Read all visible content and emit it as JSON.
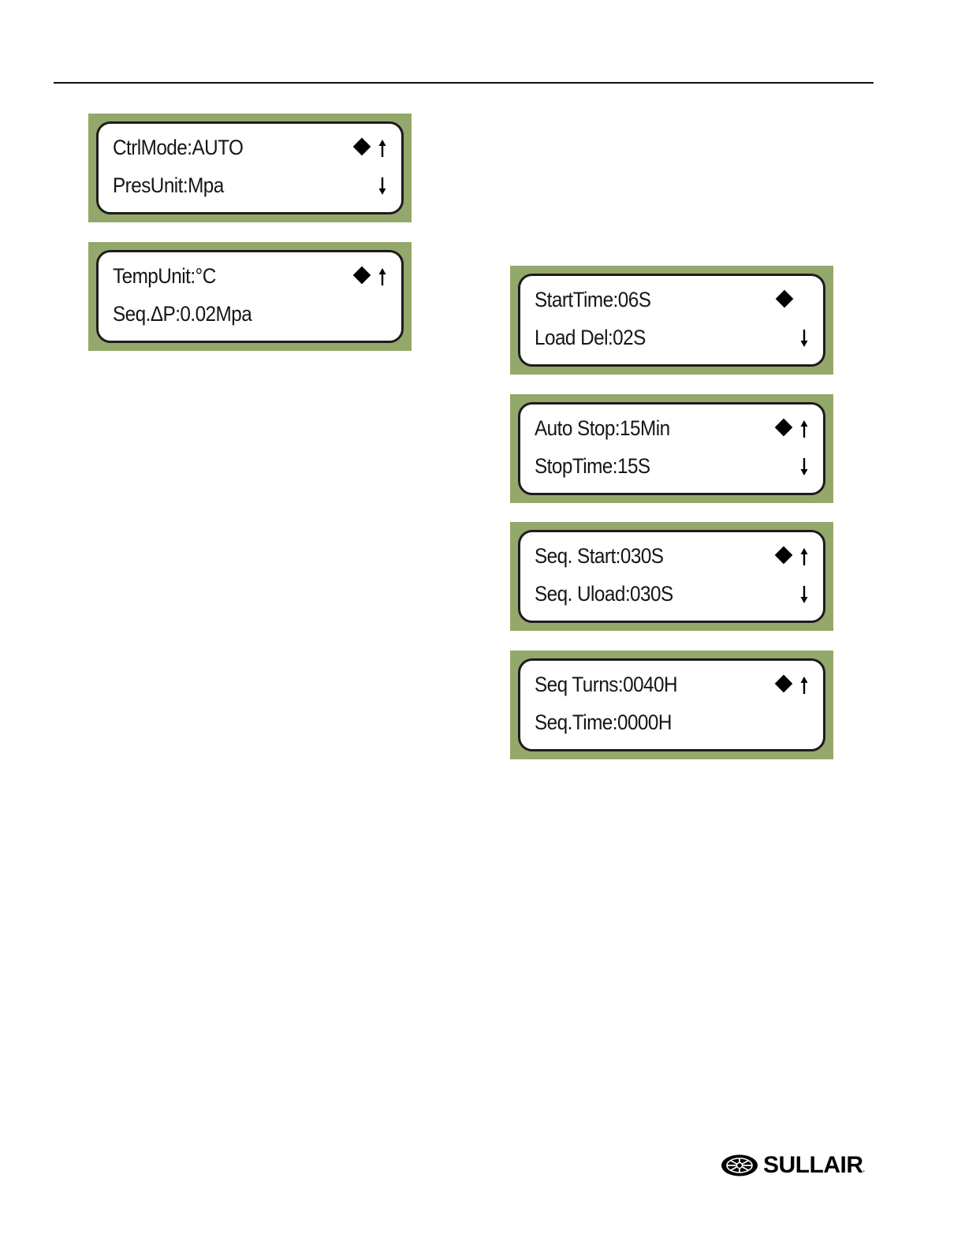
{
  "displays": [
    {
      "line1": "CtrlMode:AUTO",
      "line2": "PresUnit:Mpa",
      "icons_line1": [
        "diamond-icon",
        "arrow-up-icon"
      ],
      "icons_line2": [
        "arrow-down-icon"
      ]
    },
    {
      "line1": "TempUnit:°C",
      "line2": "Seq.ΔP:0.02Mpa",
      "icons_line1": [
        "diamond-icon",
        "arrow-up-icon"
      ],
      "icons_line2": []
    },
    {
      "line1": "StartTime:06S",
      "line2": "Load Del:02S",
      "icons_line1": [
        "diamond-icon"
      ],
      "icons_line2": [
        "arrow-down-icon"
      ]
    },
    {
      "line1": "Auto Stop:15Min",
      "line2": "StopTime:15S",
      "icons_line1": [
        "diamond-icon",
        "arrow-up-icon"
      ],
      "icons_line2": [
        "arrow-down-icon"
      ]
    },
    {
      "line1": "Seq. Start:030S",
      "line2": "Seq. Uload:030S",
      "icons_line1": [
        "diamond-icon",
        "arrow-up-icon"
      ],
      "icons_line2": [
        "arrow-down-icon"
      ]
    },
    {
      "line1": "Seq Turns:0040H",
      "line2": "Seq.Time:0000H",
      "icons_line1": [
        "diamond-icon",
        "arrow-up-icon"
      ],
      "icons_line2": []
    }
  ],
  "logo": {
    "text": "SULLAIR",
    "mark": "."
  },
  "colors": {
    "bezel": "#93a86a",
    "screen": "#ffffff",
    "border": "#1c1c1c"
  }
}
